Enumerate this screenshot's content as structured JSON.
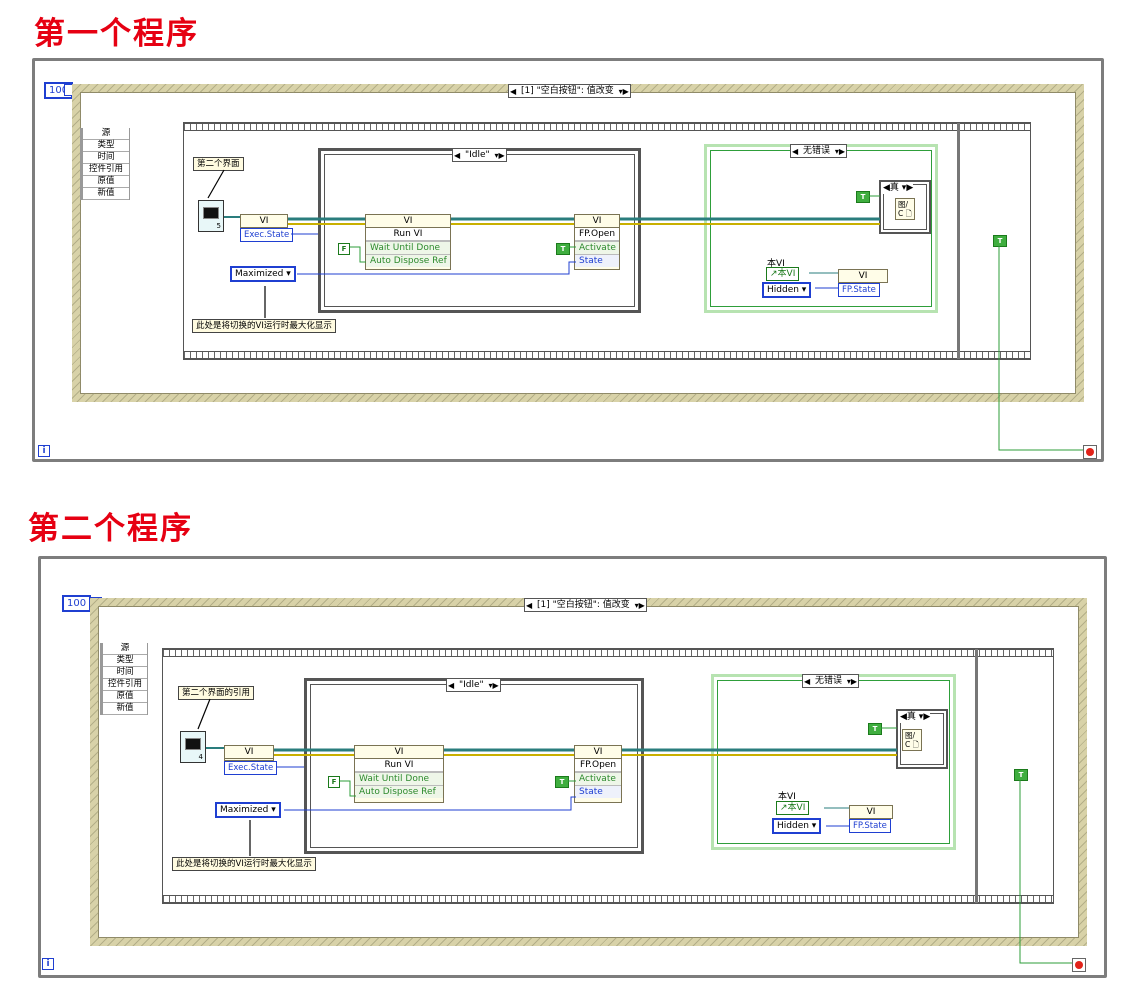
{
  "programs": [
    {
      "heading": "第一个程序",
      "timeout_const": "100",
      "event_case": "[1] \"空白按钮\": 值改变",
      "event_data": [
        "源",
        "类型",
        "时间",
        "控件引用",
        "原值",
        "新值"
      ],
      "caption_ref": "第二个界面",
      "vi_icon_num": "5",
      "prop_node_vi": "VI",
      "exec_state": "Exec.State",
      "state_case": "\"Idle\"",
      "run_vi": {
        "class": "VI",
        "title": "Run VI",
        "rows": [
          "Wait Until Done",
          "Auto Dispose Ref"
        ]
      },
      "fp_open": {
        "class": "VI",
        "title": "FP.Open",
        "rows": [
          "Activate",
          "State"
        ]
      },
      "maximized": "Maximized",
      "caption_note": "此处是将切换的VI运行时最大化显示",
      "error_case": "无错误",
      "true_case": "真",
      "this_vi_label": "本VI",
      "this_vi": "本VI",
      "hidden": "Hidden",
      "fp_state_class": "VI",
      "fp_state": "FP.State",
      "bool_true": "T",
      "bool_false": "F",
      "iter": "i"
    },
    {
      "heading": "第二个程序",
      "timeout_const": "100",
      "event_case": "[1] \"空白按钮\": 值改变",
      "event_data": [
        "源",
        "类型",
        "时间",
        "控件引用",
        "原值",
        "新值"
      ],
      "caption_ref": "第二个界面的引用",
      "vi_icon_num": "4",
      "prop_node_vi": "VI",
      "exec_state": "Exec.State",
      "state_case": "\"Idle\"",
      "run_vi": {
        "class": "VI",
        "title": "Run VI",
        "rows": [
          "Wait Until Done",
          "Auto Dispose Ref"
        ]
      },
      "fp_open": {
        "class": "VI",
        "title": "FP.Open",
        "rows": [
          "Activate",
          "State"
        ]
      },
      "maximized": "Maximized",
      "caption_note": "此处是将切换的VI运行时最大化显示",
      "error_case": "无错误",
      "true_case": "真",
      "this_vi_label": "本VI",
      "this_vi": "本VI",
      "hidden": "Hidden",
      "fp_state_class": "VI",
      "fp_state": "FP.State",
      "bool_true": "T",
      "bool_false": "F",
      "iter": "i"
    }
  ],
  "colors": {
    "heading": "#e60012",
    "ref_wire": "#2a7d7d",
    "enum_wire": "#1f3fd1",
    "bool_wire": "#2e9e3a",
    "error_wire": "#c9b000"
  }
}
